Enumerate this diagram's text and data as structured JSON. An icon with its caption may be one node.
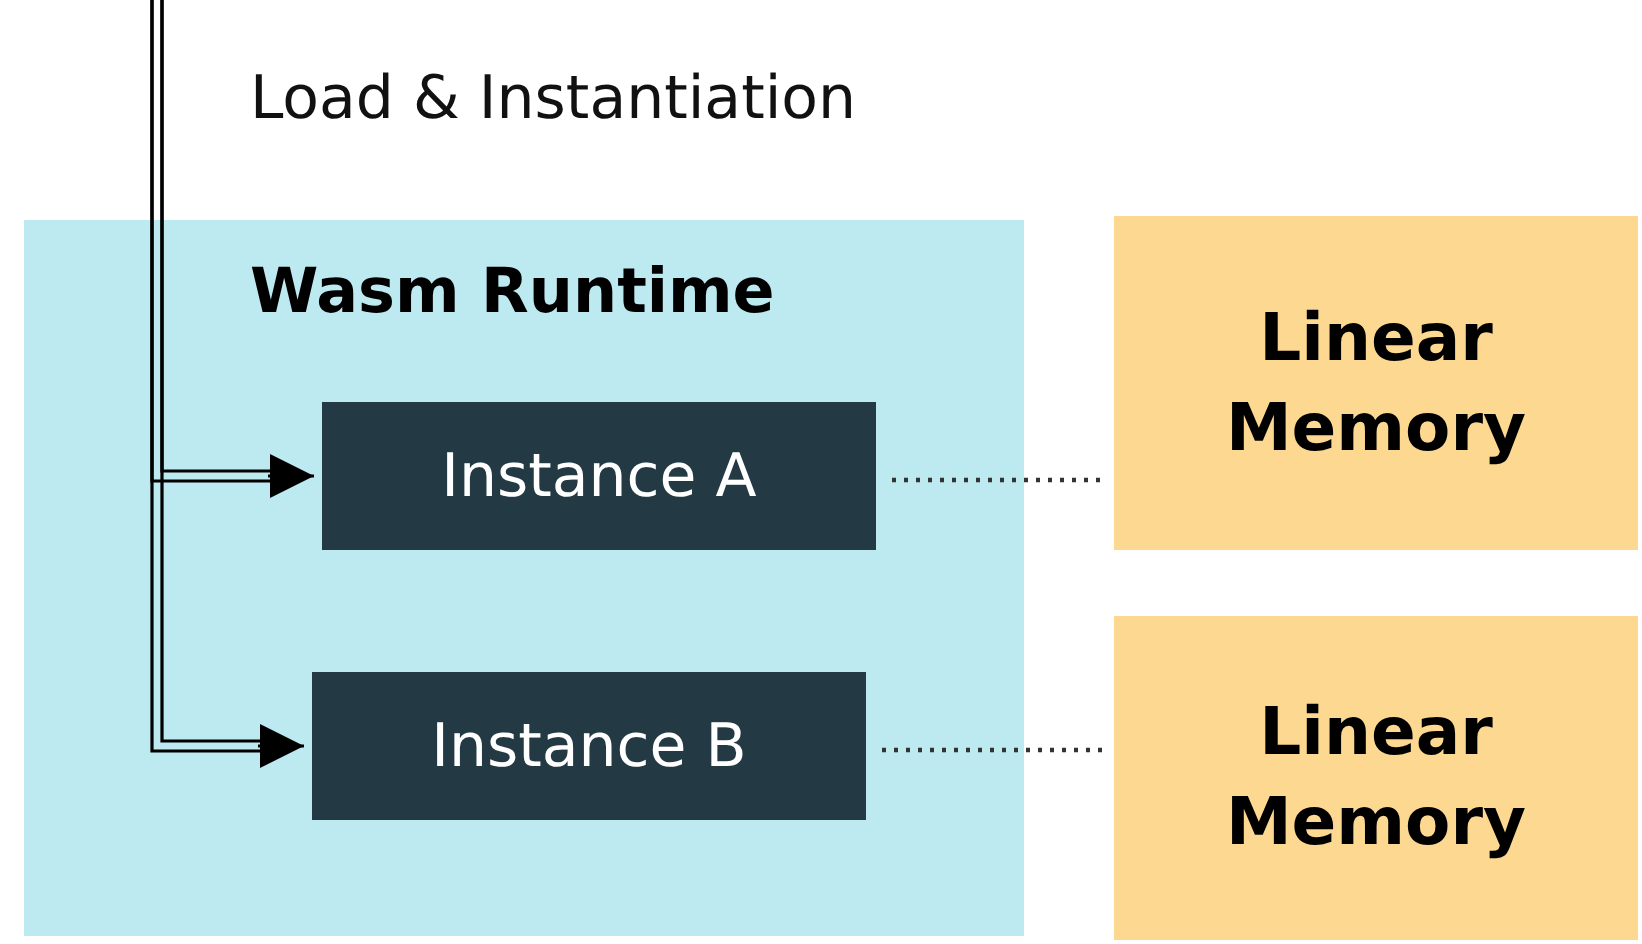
{
  "diagram": {
    "nodes": [
      {
        "text": [
          "Wasm Runtime"
        ]
      },
      {
        "text": [
          "Instance A"
        ],
        "in": 0
      },
      {
        "text": [
          "Instance B"
        ],
        "in": 0
      },
      {
        "text": [
          "Linear Memory"
        ]
      },
      {
        "text": [
          "Linear Memory"
        ]
      }
    ],
    "edges": [
      {
        "from": null,
        "to": 1,
        "arrow": "to"
      },
      {
        "from": null,
        "to": 2,
        "arrow": "to"
      },
      {
        "from": 1,
        "to": 3,
        "arrow": "none",
        "style": "dashed"
      },
      {
        "from": 2,
        "to": 4,
        "arrow": "none",
        "style": "dashed"
      }
    ],
    "labels": [
      "Load & Instantiation"
    ]
  }
}
